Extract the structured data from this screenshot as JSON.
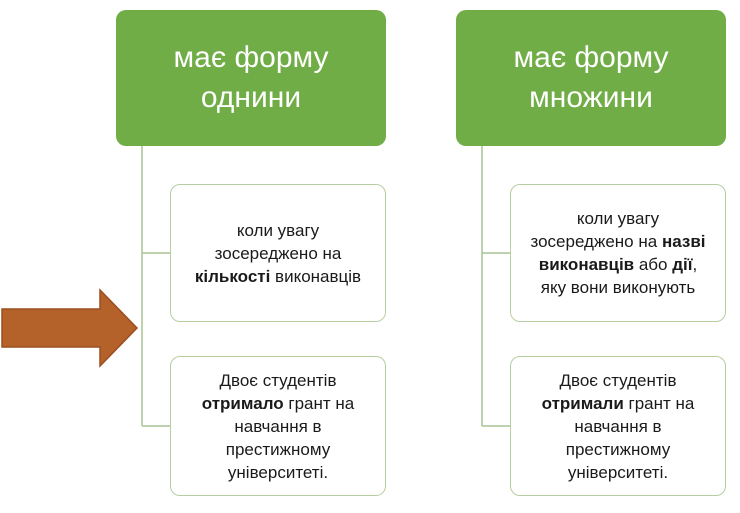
{
  "left": {
    "header": [
      "має форму",
      "однини"
    ],
    "card1": {
      "line1": "коли увагу",
      "line2": "зосереджено на",
      "line3_bold": "кількості",
      "line3_rest": " виконавців"
    },
    "card2": {
      "line1": "Двоє студентів",
      "line2_bold": "отримало",
      "line2_rest": " грант на",
      "line3": "навчання в",
      "line4": "престижному",
      "line5": "університеті."
    }
  },
  "right": {
    "header": [
      "має форму",
      "множини"
    ],
    "card1": {
      "line1": "коли увагу",
      "line2_pre": "зосереджено на ",
      "line2_bold": "назві",
      "line3_bold": "виконавців",
      "line3_mid": " або ",
      "line3_bold2": "дії",
      "line3_end": ",",
      "line4": "яку вони виконують"
    },
    "card2": {
      "line1": "Двоє студентів",
      "line2_bold": "отримали",
      "line2_rest": " грант на",
      "line3": "навчання в",
      "line4": "престижному",
      "line5": "університеті."
    }
  },
  "colors": {
    "header_fill": "#70ad47",
    "card_border": "#b5cfa1",
    "connector": "#a8c496",
    "arrow_fill": "#b4612a",
    "arrow_stroke": "#9c4f1f"
  }
}
